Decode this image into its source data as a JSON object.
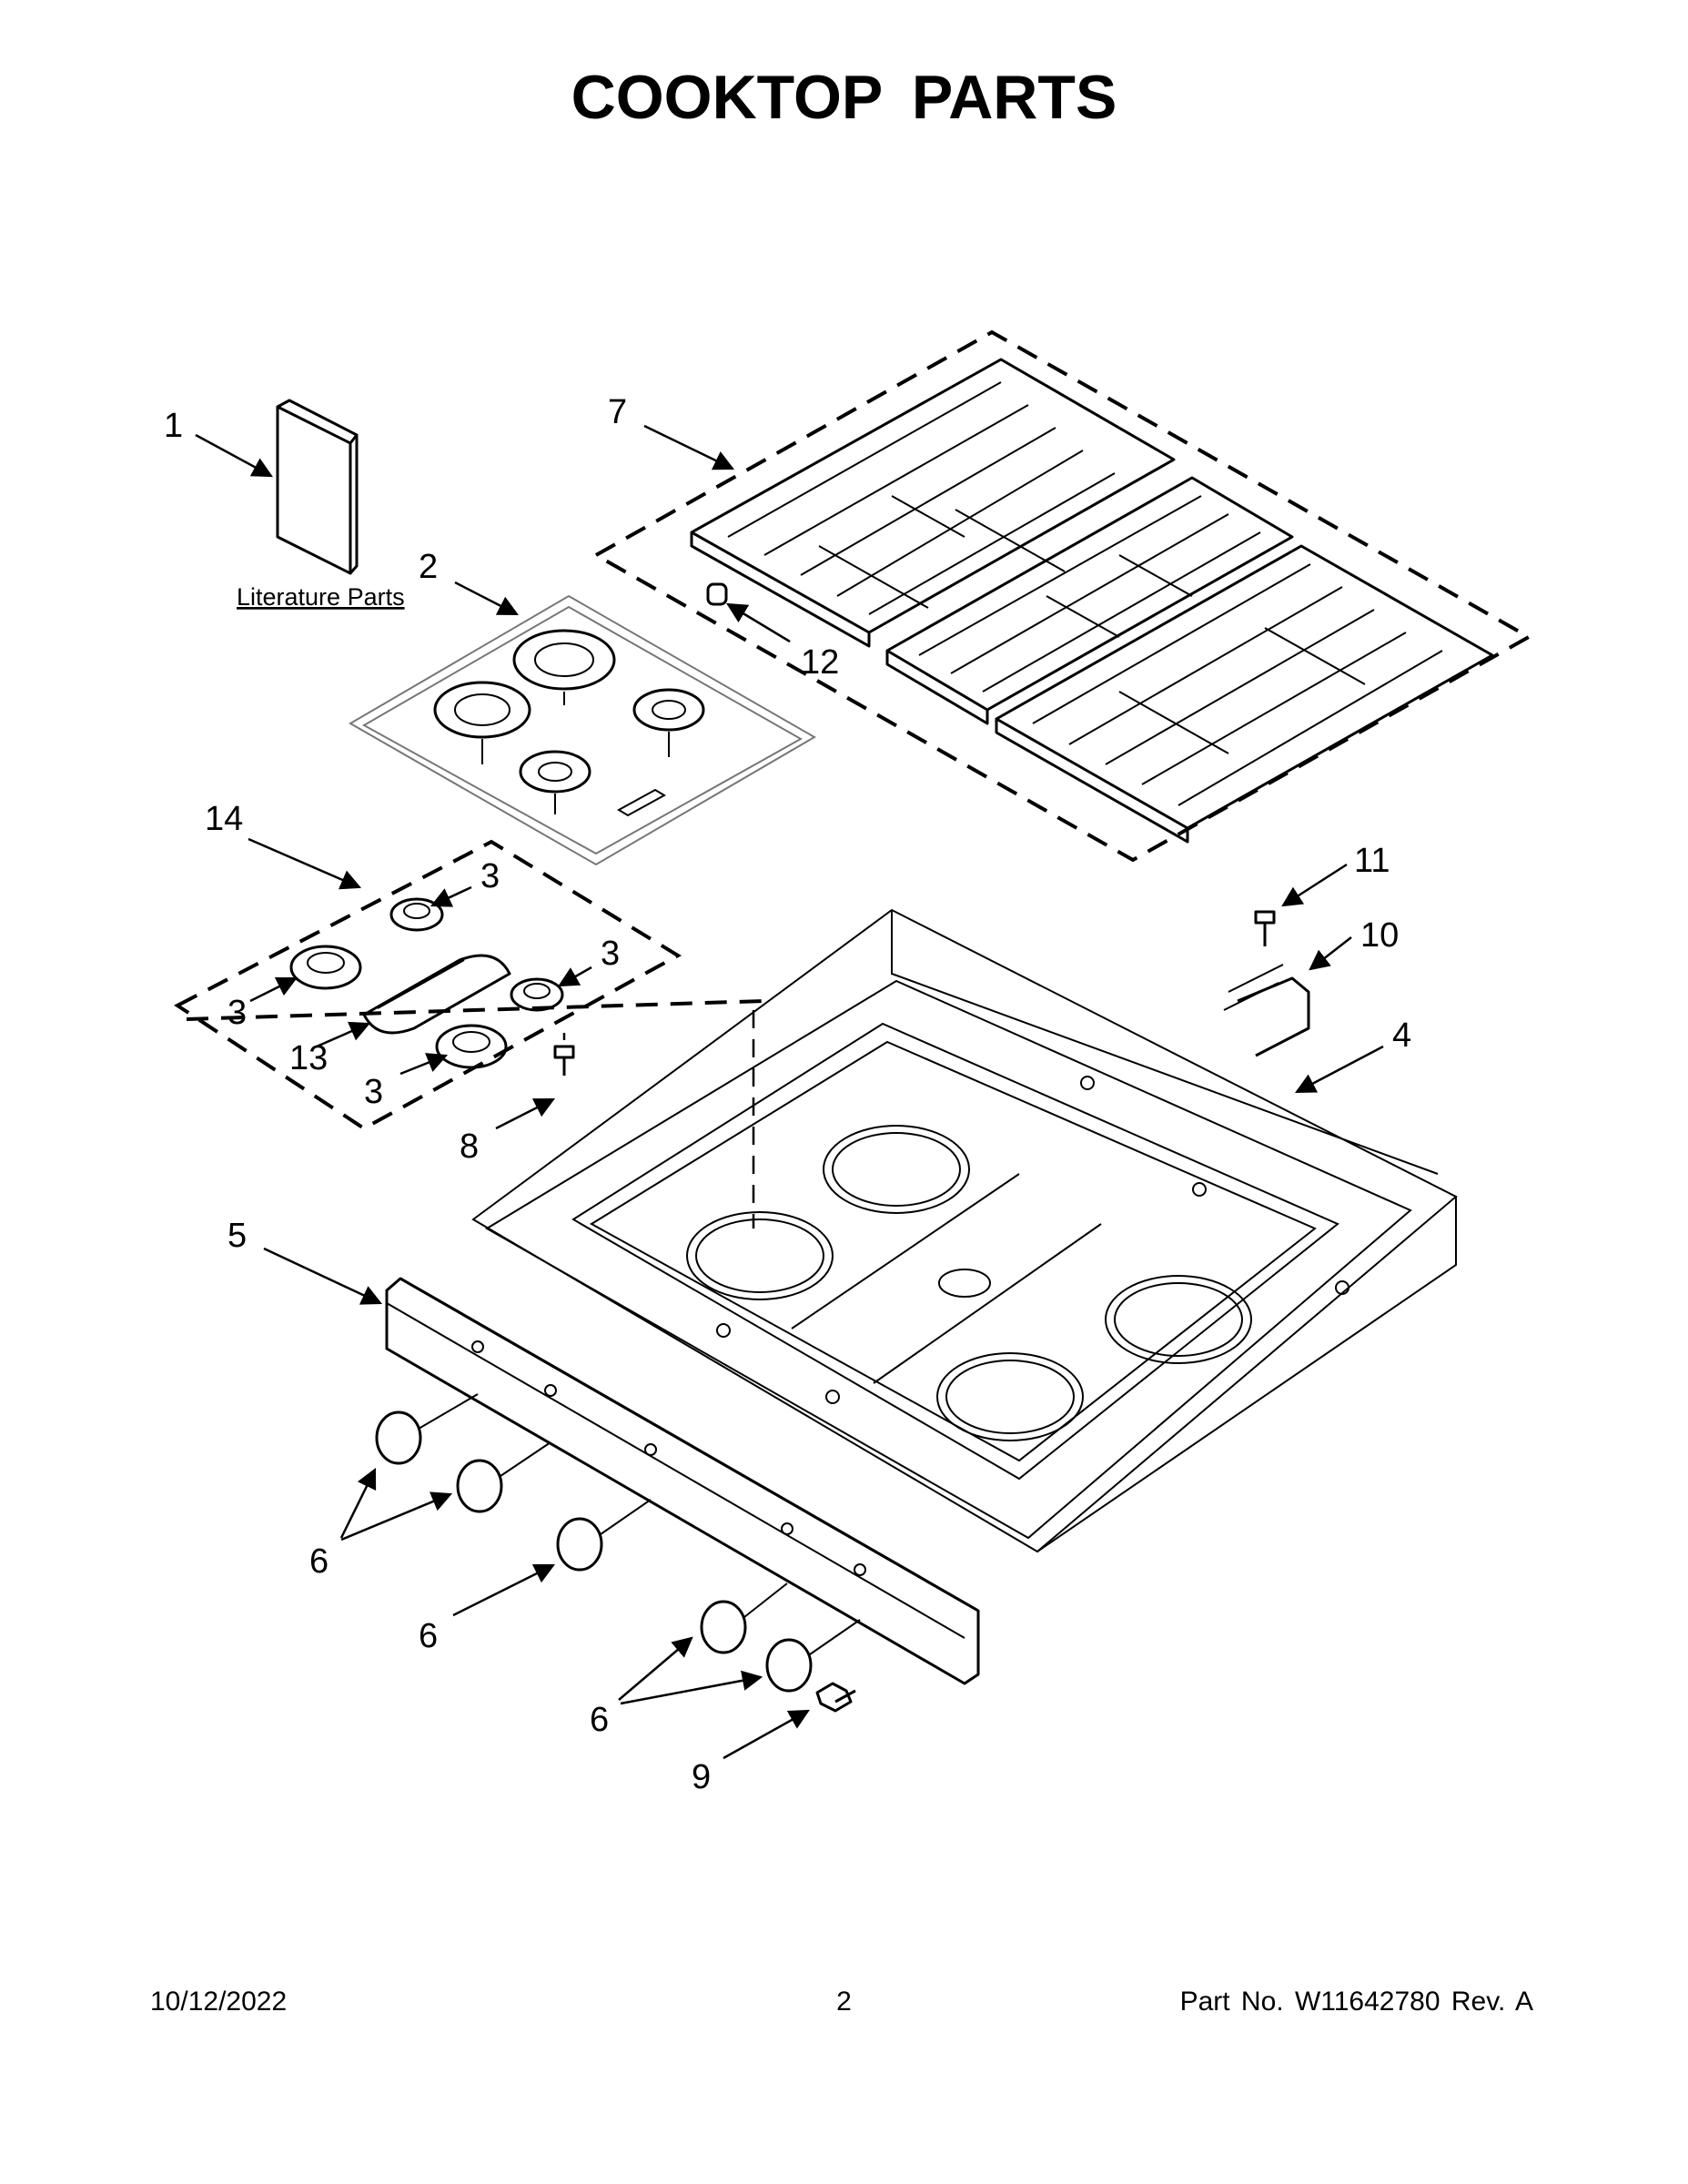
{
  "page": {
    "title": "COOKTOP PARTS",
    "footer_date": "10/12/2022",
    "footer_page": "2",
    "footer_part": "Part No.  W11642780  Rev.  A"
  },
  "diagram": {
    "literature_label": "Literature Parts",
    "callouts": {
      "c1": "1",
      "c2": "2",
      "c3": "3",
      "c4": "4",
      "c5": "5",
      "c6": "6",
      "c7": "7",
      "c8": "8",
      "c9": "9",
      "c10": "10",
      "c11": "11",
      "c12": "12",
      "c13": "13",
      "c14": "14"
    }
  }
}
